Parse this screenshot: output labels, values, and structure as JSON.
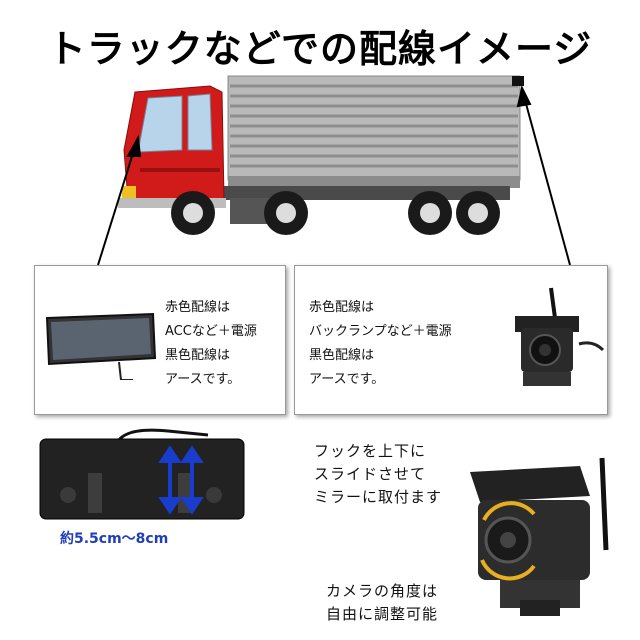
{
  "title": "トラックなどでの配線イメージ",
  "left_panel": {
    "lines": [
      "赤色配線は",
      "ACCなど＋電源",
      "黒色配線は",
      "アースです。"
    ]
  },
  "right_panel": {
    "lines": [
      "赤色配線は",
      "バックランプなど＋電源",
      "黒色配線は",
      "アースです。"
    ]
  },
  "hook_caption": {
    "lines": [
      "フックを上下に",
      "スライドさせて",
      "ミラーに取付ます"
    ]
  },
  "range_label": "約5.5cm～8cm",
  "angle_caption": {
    "lines": [
      "カメラの角度は",
      "自由に調整可能"
    ]
  },
  "colors": {
    "truck_red": "#d11a1a",
    "arrow_blue": "#1a3ccc",
    "rotate_yellow": "#e8b020"
  }
}
